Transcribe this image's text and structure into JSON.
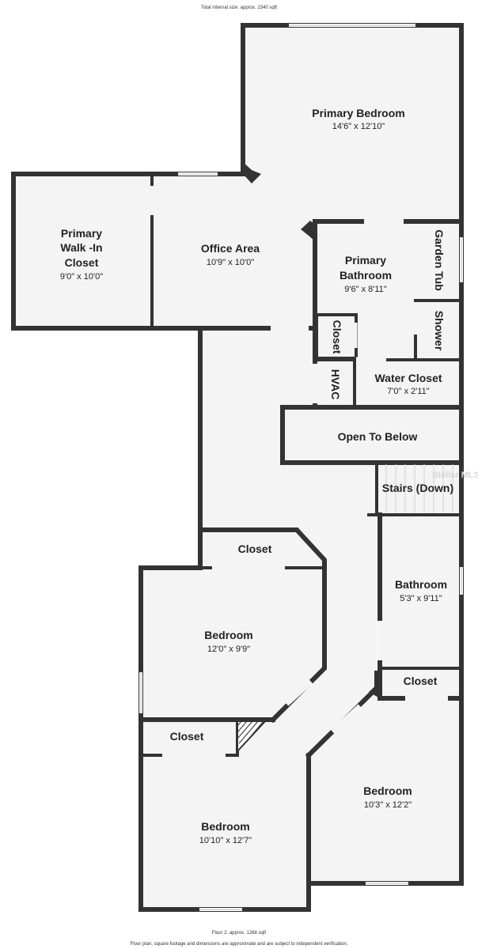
{
  "header": {
    "total_size": "Total internal size: approx. 2340 sqft"
  },
  "footer": {
    "floor_size": "Floor 2: approx. 1268 sqft",
    "disclaimer": "Floor plan, square footage and dimensions are approximate and are subject to independent verification."
  },
  "watermark": "Stellar MLS",
  "rooms": {
    "primary_bedroom": {
      "name": "Primary Bedroom",
      "dims": "14'6\" x 12'10\""
    },
    "primary_closet": {
      "name_line1": "Primary",
      "name_line2": "Walk -In",
      "name_line3": "Closet",
      "dims": "9'0\" x 10'0\""
    },
    "office": {
      "name": "Office Area",
      "dims": "10'9\" x 10'0\""
    },
    "primary_bath": {
      "name_line1": "Primary",
      "name_line2": "Bathroom",
      "dims": "9'6\" x 8'11\""
    },
    "garden_tub": {
      "name": "Garden Tub"
    },
    "shower": {
      "name": "Shower"
    },
    "closet_small": {
      "name": "Closet"
    },
    "hvac": {
      "name": "HVAC"
    },
    "water_closet": {
      "name": "Water Closet",
      "dims": "7'0\" x 2'11\""
    },
    "open_below": {
      "name": "Open To Below"
    },
    "stairs": {
      "name": "Stairs (Down)"
    },
    "closet_mid": {
      "name": "Closet"
    },
    "bathroom": {
      "name": "Bathroom",
      "dims": "5'3\" x 9'11\""
    },
    "bedroom_upper": {
      "name": "Bedroom",
      "dims": "12'0\" x 9'9\""
    },
    "closet_right": {
      "name": "Closet"
    },
    "closet_left": {
      "name": "Closet"
    },
    "bedroom_right": {
      "name": "Bedroom",
      "dims": "10'3\" x 12'2\""
    },
    "bedroom_lower": {
      "name": "Bedroom",
      "dims": "10'10\" x 12'7\""
    }
  }
}
